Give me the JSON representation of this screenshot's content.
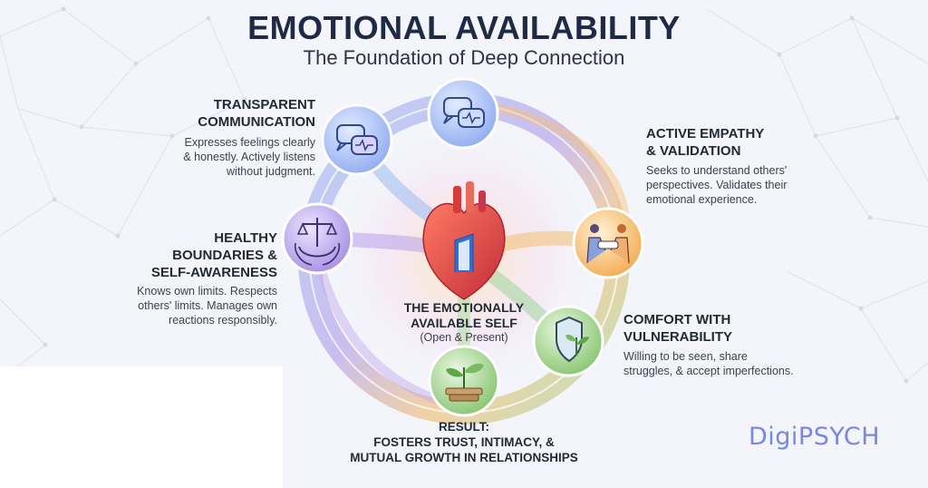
{
  "title": "EMOTIONAL AVAILABILITY",
  "subtitle": "The Foundation of Deep Connection",
  "center": {
    "line1": "THE EMOTIONALLY",
    "line2": "AVAILABLE SELF",
    "sub": "(Open & Present)"
  },
  "nodes": [
    {
      "heading": [
        "TRANSPARENT",
        "COMMUNICATION"
      ],
      "body": [
        "Expresses feelings clearly",
        "& honestly. Actively listens",
        "without judgment."
      ],
      "icon": "speech-bubbles-icon"
    },
    {
      "heading": [
        "ACTIVE EMPATHY",
        "& VALIDATION"
      ],
      "body": [
        "Seeks to understand others'",
        "perspectives. Validates their",
        "emotional experience."
      ],
      "icon": "handshake-icon"
    },
    {
      "heading": [
        "COMFORT WITH",
        "VULNERABILITY"
      ],
      "body": [
        "Willing to be seen, share",
        "struggles, & accept imperfections."
      ],
      "icon": "shield-sprout-icon"
    },
    {
      "heading": [
        "HEALTHY",
        "BOUNDARIES &",
        "SELF-AWARENESS"
      ],
      "body": [
        "Knows own limits. Respects",
        "others' limits. Manages own",
        "reactions responsibly."
      ],
      "icon": "balance-scale-hands-icon"
    }
  ],
  "result": {
    "line1": "RESULT:",
    "line2": "FOSTERS TRUST, INTIMACY, &",
    "line3": "MUTUAL GROWTH IN RELATIONSHIPS",
    "icon": "sprout-icon"
  },
  "brand": "DigiPSYCH",
  "colors": {
    "title": "#1f2a44",
    "brand": "#7a86e6",
    "node_blue": "#6f8fe0",
    "node_purple": "#9a86de",
    "node_orange": "#f1a64a",
    "node_green": "#7fbf6a",
    "heart": "#e0483e"
  }
}
